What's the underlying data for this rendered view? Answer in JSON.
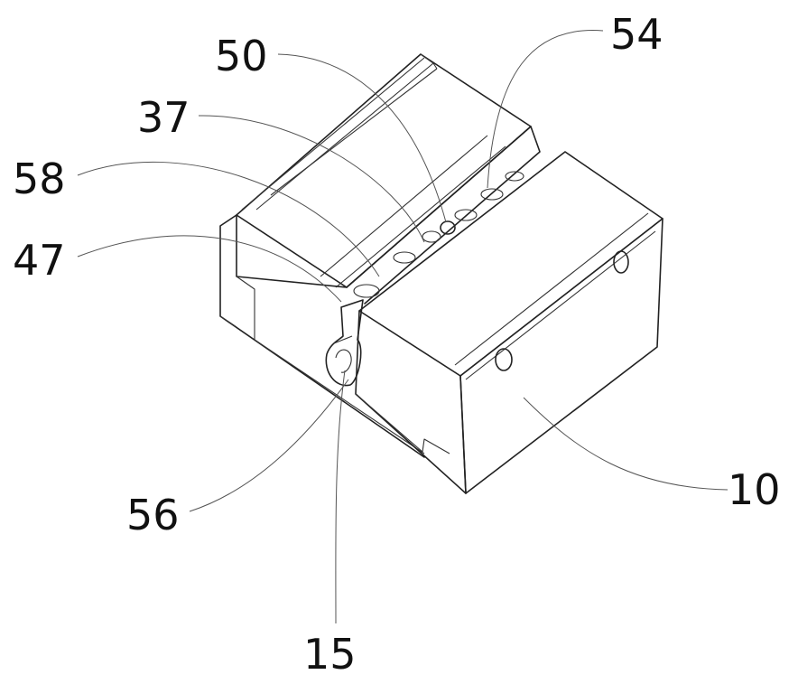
{
  "figure": {
    "reference_numerals": [
      {
        "id": "50",
        "text": "50"
      },
      {
        "id": "54",
        "text": "54"
      },
      {
        "id": "37",
        "text": "37"
      },
      {
        "id": "58",
        "text": "58"
      },
      {
        "id": "47",
        "text": "47"
      },
      {
        "id": "56",
        "text": "56"
      },
      {
        "id": "15",
        "text": "15"
      },
      {
        "id": "10",
        "text": "10"
      }
    ]
  }
}
